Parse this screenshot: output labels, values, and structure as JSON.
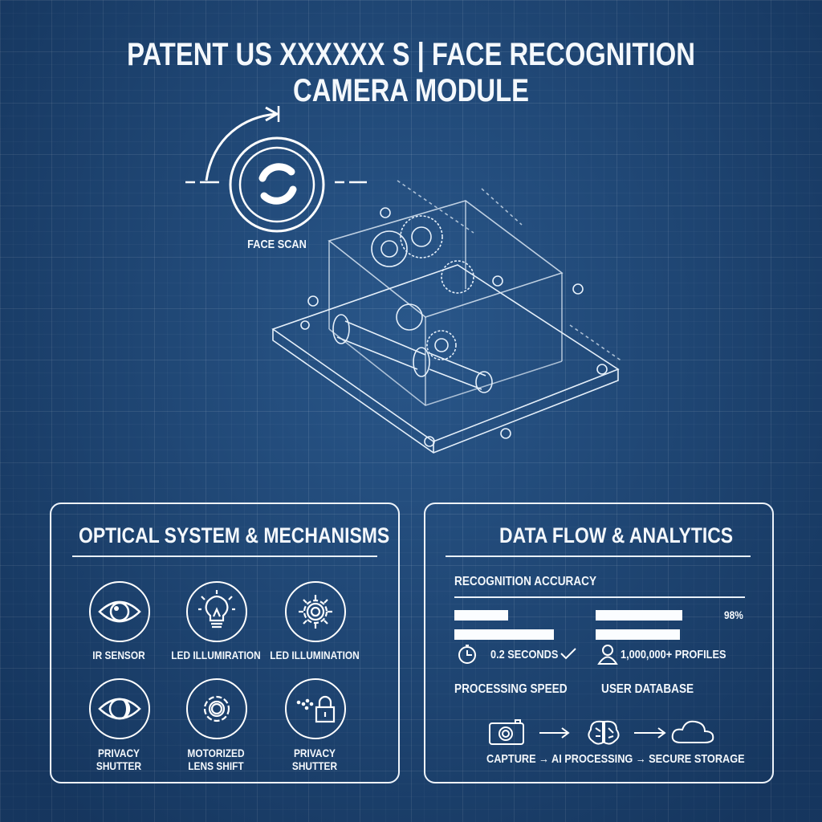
{
  "title": "PATENT US XXXXXX S | FACE RECOGNITION CAMERA MODULE",
  "face_scan": {
    "label": "FACE SCAN",
    "icon": "face-scan-lens-icon"
  },
  "optical": {
    "title": "OPTICAL SYSTEM & MECHANISMS",
    "items": [
      {
        "label": "IR SENSOR",
        "icon": "eye-icon"
      },
      {
        "label": "LED ILLUMIRATION",
        "icon": "lightbulb-icon"
      },
      {
        "label": "LED ILLUMINATION",
        "icon": "gear-icon"
      },
      {
        "label_line1": "PRIVACY",
        "label_line2": "SHUTTER",
        "icon": "eye-icon"
      },
      {
        "label_line1": "MOTORIZED",
        "label_line2": "LENS SHIFT",
        "icon": "gear-icon"
      },
      {
        "label_line1": "PRIVACY",
        "label_line2": "SHUTTER",
        "icon": "lock-icon"
      }
    ]
  },
  "analytics": {
    "title": "DATA FLOW & ANALYTICS",
    "accuracy_label": "RECOGNITION ACCURACY",
    "accuracy_value": "98%",
    "speed_value": "0.2 SECONDS",
    "speed_label": "PROCESSING SPEED",
    "database_value": "1,000,000+ PROFILES",
    "database_label": "USER DATABASE",
    "flow": [
      "CAPTURE",
      "AI PROCESSING",
      "SECURE STORAGE"
    ],
    "arrow": "→"
  },
  "colors": {
    "background": "#1f4a7b",
    "line": "#ffffff"
  }
}
